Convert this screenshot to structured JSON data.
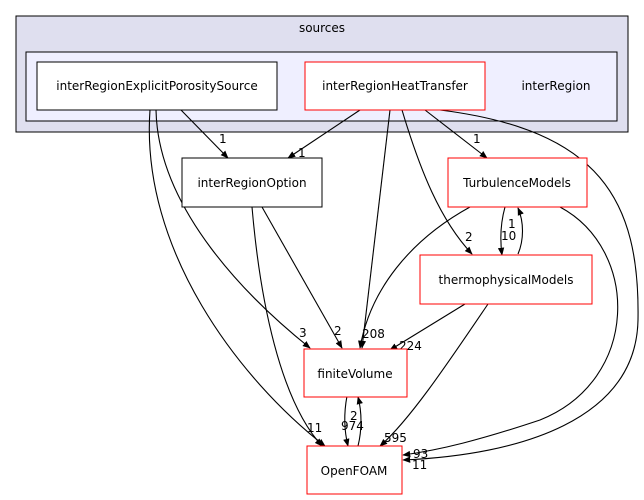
{
  "clusters": {
    "outer": {
      "label": "sources",
      "fill": "#dfdfef",
      "stroke": "#000000"
    },
    "inner": {
      "label": "interRegion",
      "fill": "#efefff",
      "stroke": "#000000"
    }
  },
  "nodes": {
    "porosity": {
      "label": "interRegionExplicitPorositySource",
      "border": "#000000"
    },
    "heat": {
      "label": "interRegionHeatTransfer",
      "border": "#ff0000"
    },
    "option": {
      "label": "interRegionOption",
      "border": "#000000"
    },
    "turbulence": {
      "label": "TurbulenceModels",
      "border": "#ff0000"
    },
    "thermo": {
      "label": "thermophysicalModels",
      "border": "#ff0000"
    },
    "finiteVolume": {
      "label": "finiteVolume",
      "border": "#ff0000"
    },
    "openfoam": {
      "label": "OpenFOAM",
      "border": "#ff0000"
    }
  },
  "edges": {
    "porosity_option": {
      "label": "1",
      "color": "#000000"
    },
    "porosity_fv": {
      "label": "3",
      "color": "#000000"
    },
    "porosity_of": {
      "label": "",
      "color": "#000000"
    },
    "heat_option": {
      "label": "1",
      "color": "#000000"
    },
    "heat_turb": {
      "label": "1",
      "color": "#000000"
    },
    "heat_thermo": {
      "label": "2",
      "color": "#000000"
    },
    "heat_fv": {
      "label": "",
      "color": "#000000"
    },
    "heat_of": {
      "label": "11",
      "color": "#000000"
    },
    "option_fv": {
      "label": "2",
      "color": "#000000"
    },
    "option_of": {
      "label": "11",
      "color": "#000000"
    },
    "turb_thermo": {
      "label": "10",
      "color": "#000000"
    },
    "thermo_turb": {
      "label": "1",
      "color": "#000000"
    },
    "turb_fv": {
      "label": "208",
      "color": "#000000"
    },
    "turb_of": {
      "label": "93",
      "color": "#000000"
    },
    "thermo_fv": {
      "label": "224",
      "color": "#000000"
    },
    "thermo_of": {
      "label": "595",
      "color": "#000000"
    },
    "fv_of": {
      "label": "974",
      "color": "#000000"
    },
    "of_fv": {
      "label": "2",
      "color": "#000000"
    }
  }
}
